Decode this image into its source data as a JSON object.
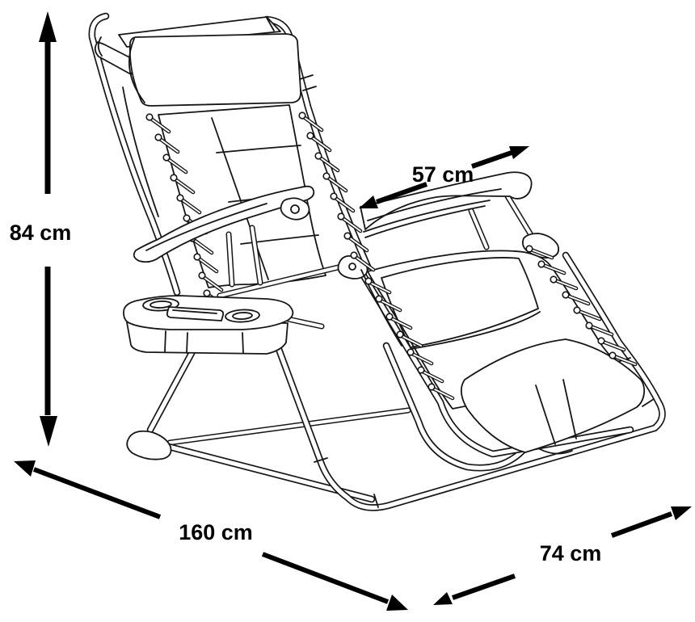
{
  "diagram": {
    "subject": "zero-gravity-recliner-line-drawing",
    "background_color": "#ffffff",
    "line_color": "#161616",
    "dimension_color": "#000000",
    "dimensions": {
      "height": {
        "label": "84 cm",
        "value": 84,
        "unit": "cm",
        "measures": "overall height",
        "arrow": "vertical-double"
      },
      "width": {
        "label": "57 cm",
        "value": 57,
        "unit": "cm",
        "measures": "seat width",
        "arrow": "diagonal-double-upper-right"
      },
      "length": {
        "label": "160 cm",
        "value": 160,
        "unit": "cm",
        "measures": "overall length",
        "arrow": "diagonal-double-lower-left"
      },
      "depth": {
        "label": "74 cm",
        "value": 74,
        "unit": "cm",
        "measures": "overall depth",
        "arrow": "diagonal-double-lower-right"
      }
    }
  }
}
